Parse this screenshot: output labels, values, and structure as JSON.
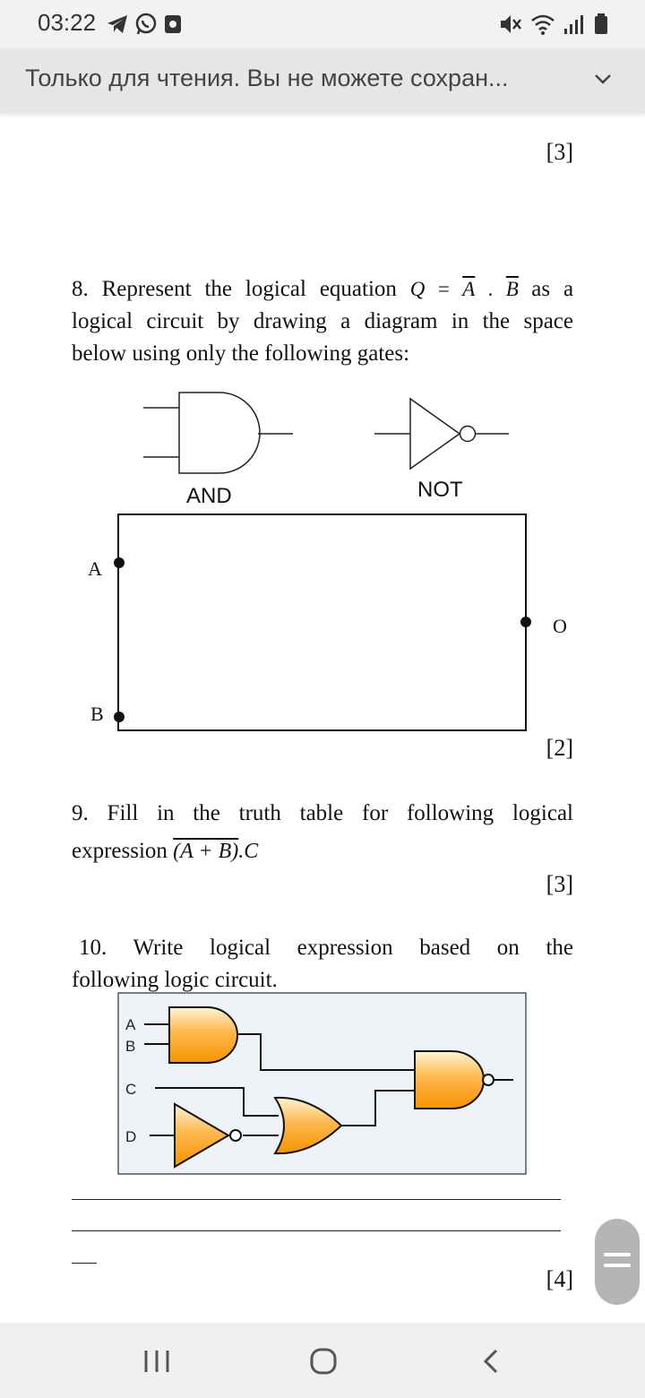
{
  "status_bar": {
    "time": "03:22",
    "left_icons": [
      "telegram-icon",
      "whatsapp-icon",
      "app-icon"
    ],
    "right_icons": [
      "mute-icon",
      "wifi-icon",
      "signal-icon",
      "battery-icon"
    ]
  },
  "banner": {
    "text": "Только для чтения. Вы не можете сохран..."
  },
  "document": {
    "mark_top": "[3]",
    "q8": {
      "prefix": "8. Represent the logical equation",
      "eq_q": "Q",
      "eq_eq": "=",
      "eq_a": "A",
      "eq_dot": ".",
      "eq_b": "B",
      "suffix": "as a",
      "line2": "logical circuit by drawing a diagram in the space",
      "line3": "below using only the following gates:",
      "and_label": "AND",
      "not_label": "NOT",
      "input_a": "A",
      "input_b": "B",
      "output": "O",
      "mark": "[2]"
    },
    "q9": {
      "line1": "9. Fill in the truth table for following logical",
      "line2": "expression",
      "expr_main": "(A + B)",
      "expr_tail": ".C",
      "mark": "[3]"
    },
    "q10": {
      "line1": "10. Write logical expression based on the",
      "line2": "following logic circuit.",
      "in_a": "A",
      "in_b": "B",
      "in_c": "C",
      "in_d": "D",
      "mark": "[4]"
    }
  },
  "fab": {
    "icon": "menu-lines-icon"
  },
  "nav_bar": {
    "icons": [
      "recent-apps-icon",
      "home-icon",
      "back-icon"
    ]
  }
}
